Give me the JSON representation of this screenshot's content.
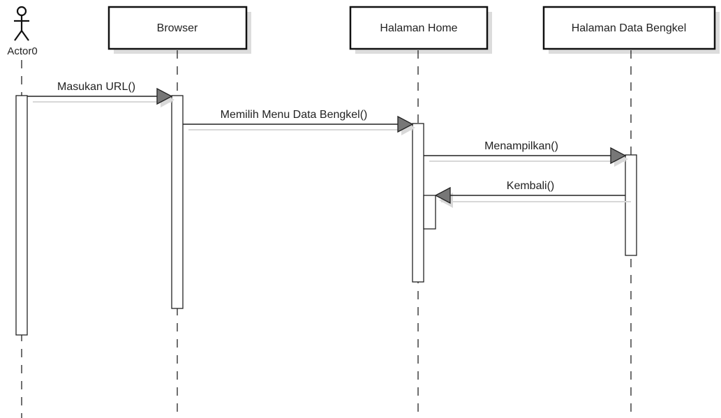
{
  "actor": {
    "label": "Actor0"
  },
  "lifelines": [
    {
      "label": "Browser"
    },
    {
      "label": "Halaman Home"
    },
    {
      "label": "Halaman Data Bengkel"
    }
  ],
  "messages": [
    {
      "label": "Masukan URL()",
      "from": "Actor0",
      "to": "Browser"
    },
    {
      "label": "Memilih Menu Data Bengkel()",
      "from": "Browser",
      "to": "Halaman Home"
    },
    {
      "label": "Menampilkan()",
      "from": "Halaman Home",
      "to": "Halaman Data Bengkel"
    },
    {
      "label": "Kembali()",
      "from": "Halaman Data Bengkel",
      "to": "Halaman Home"
    }
  ]
}
